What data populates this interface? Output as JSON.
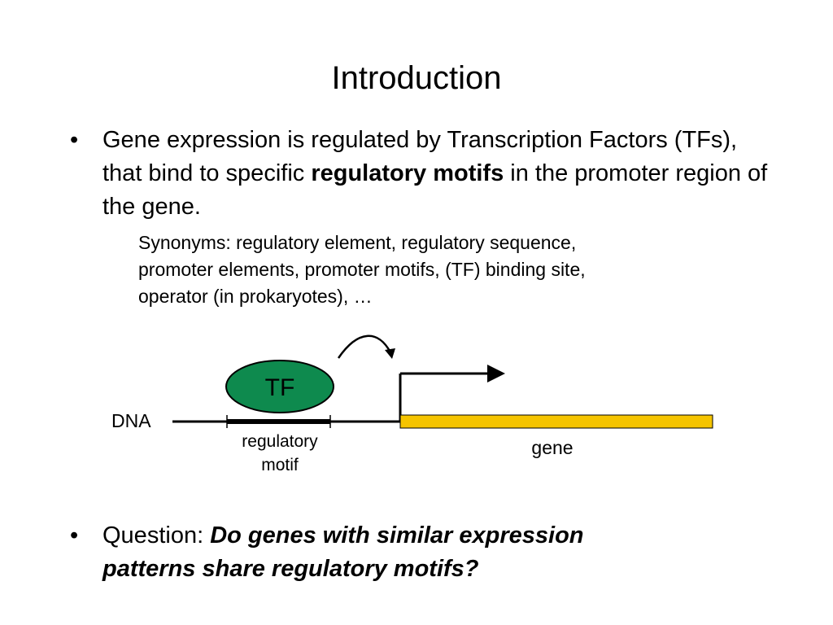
{
  "slide": {
    "title": "Introduction",
    "bullet1": {
      "marker": "•",
      "text_part1": "Gene expression is regulated by Transcription Factors (TFs), that bind to specific ",
      "bold_part": "regulatory motifs",
      "text_part2": " in the promoter region of the gene."
    },
    "synonyms": {
      "line1": "Synonyms: regulatory element, regulatory sequence,",
      "line2": "promoter elements, promoter motifs, (TF) binding site,",
      "line3": "operator (in prokaryotes), …"
    },
    "bullet2": {
      "marker": "•",
      "label": "Question: ",
      "question_line1": "Do genes with similar expression",
      "question_line2": "patterns share regulatory motifs?"
    }
  },
  "diagram": {
    "dna_label": "DNA",
    "tf_label": "TF",
    "motif_label_line1": "regulatory",
    "motif_label_line2": "motif",
    "gene_label": "gene",
    "colors": {
      "tf_fill": "#0e8a4e",
      "gene_fill": "#f5c400",
      "line": "#000000"
    }
  }
}
